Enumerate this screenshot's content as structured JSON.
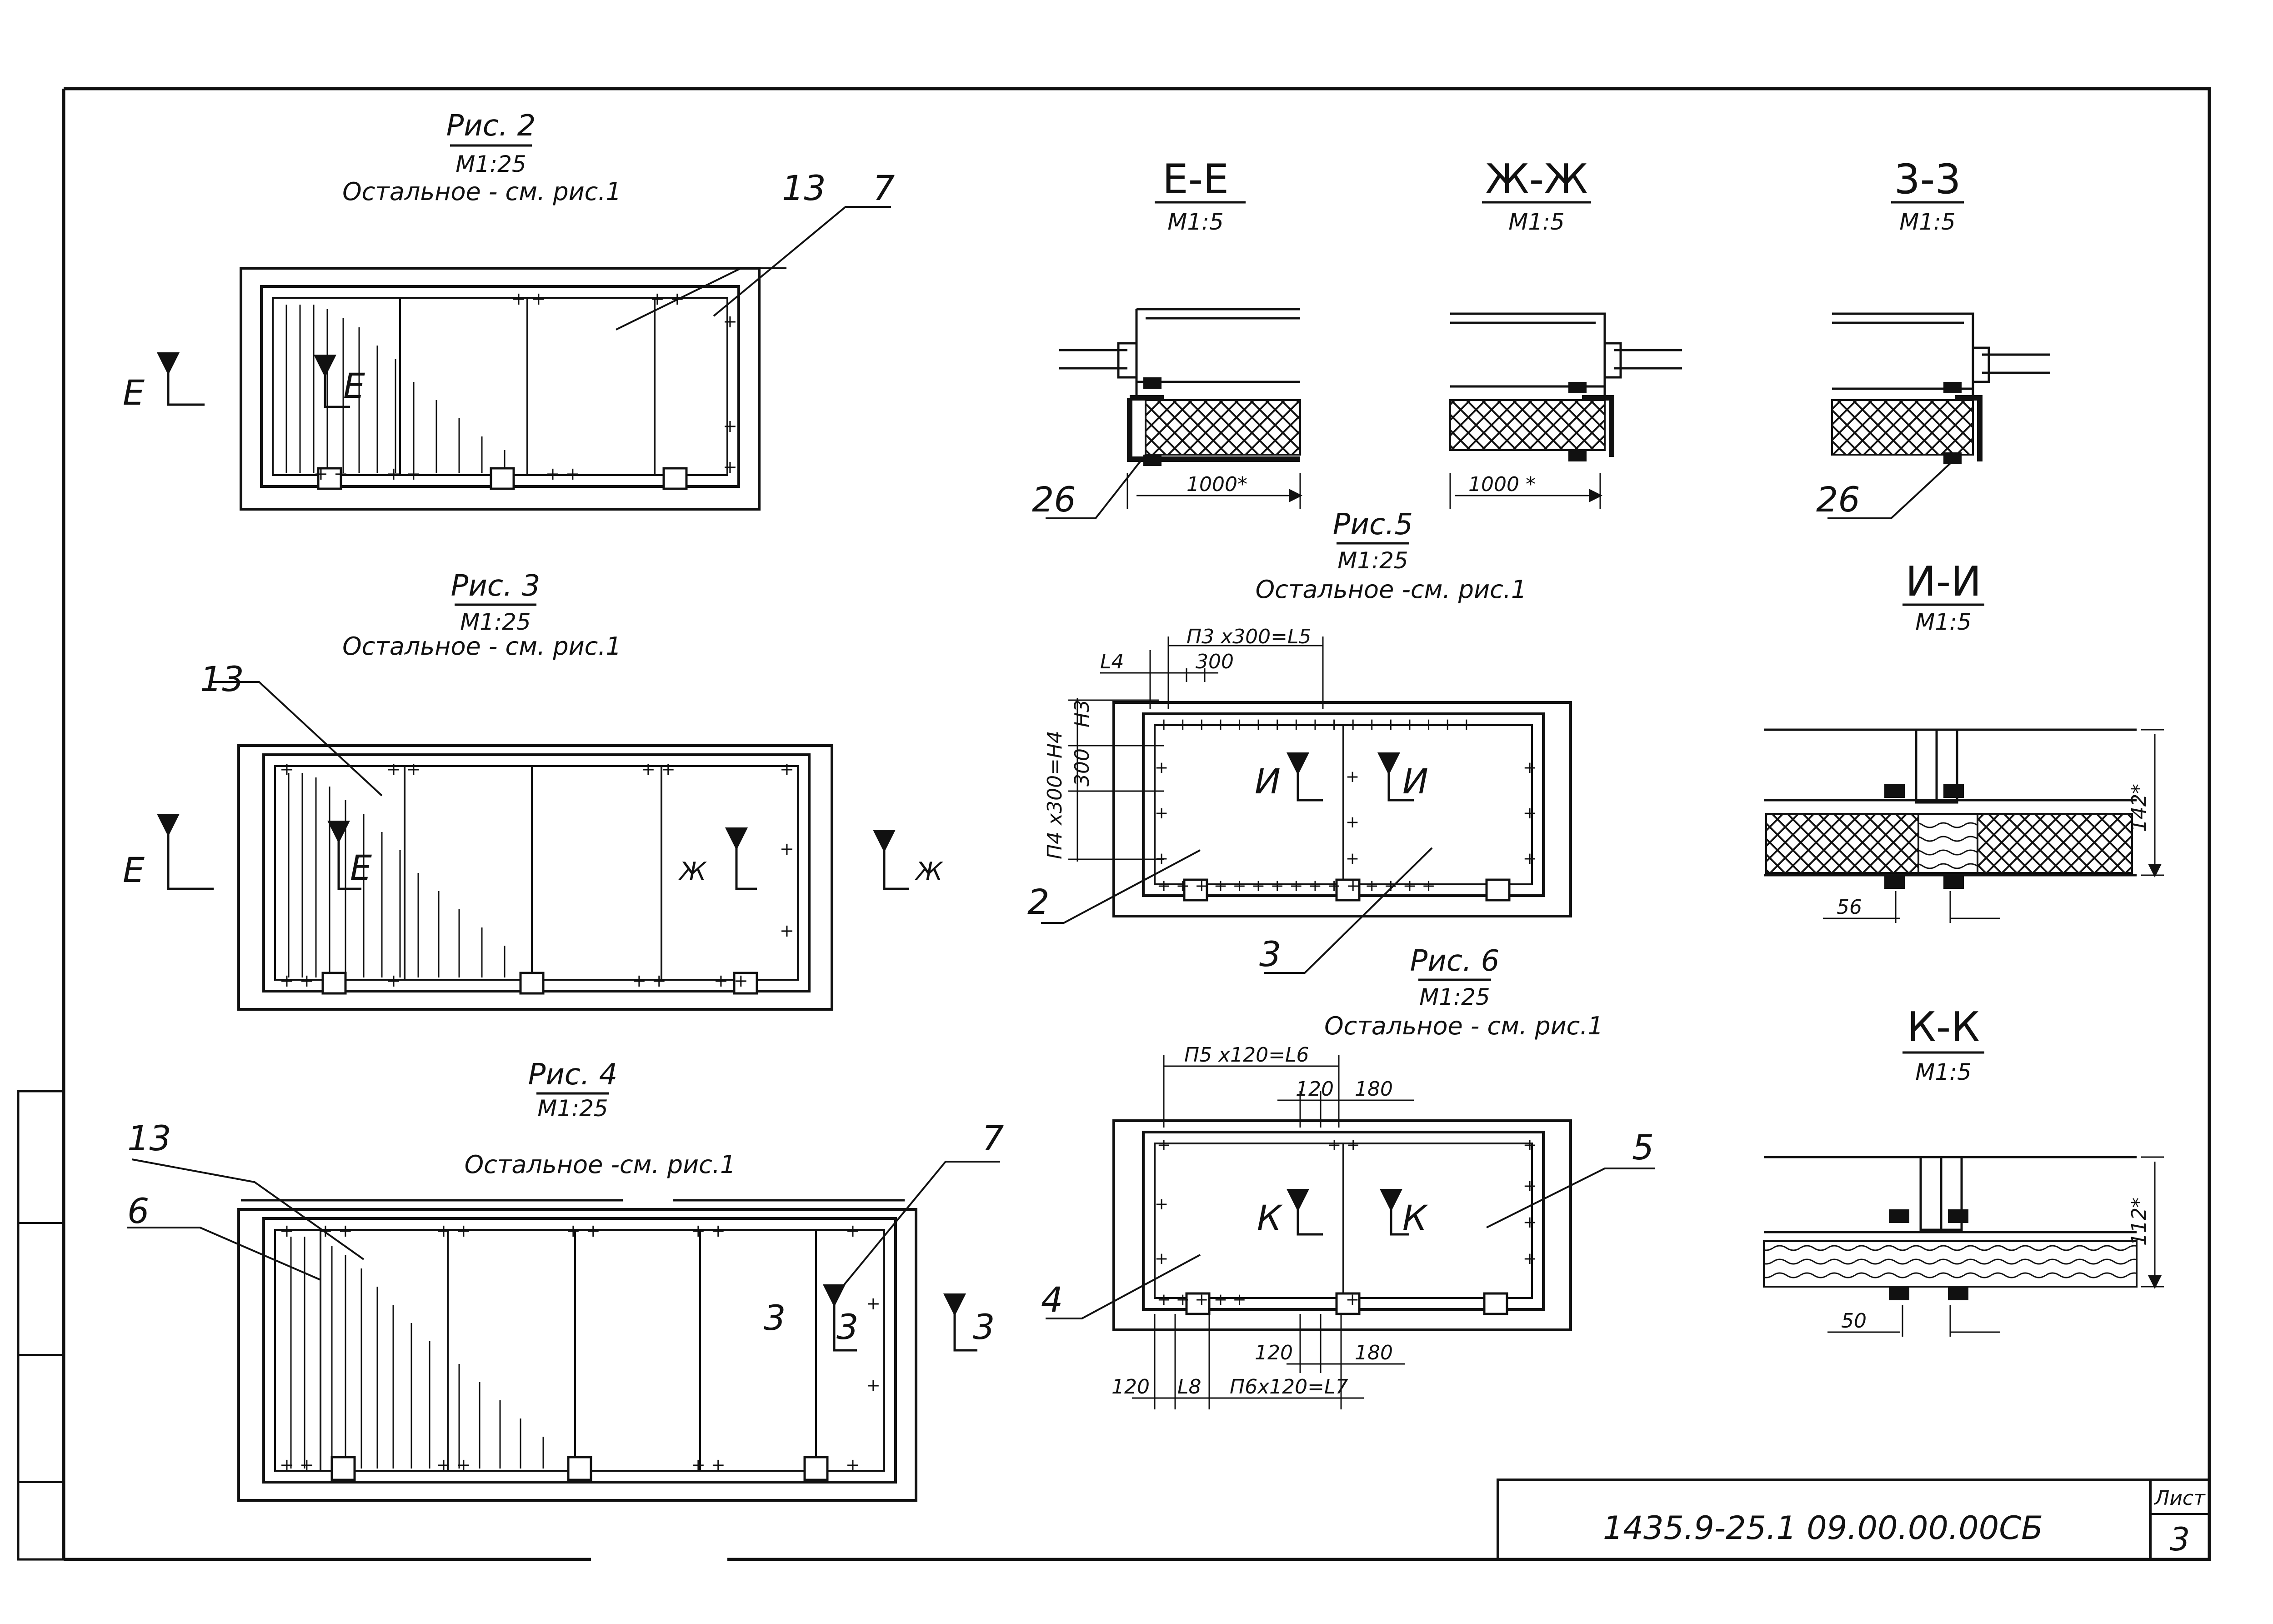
{
  "figures": {
    "fig2": {
      "title": "Рис. 2",
      "scale": "М1:25",
      "note": "Остальное - см. рис.1",
      "callouts": [
        "13",
        "7"
      ],
      "section_marks": [
        "Е",
        "Е"
      ]
    },
    "fig3": {
      "title": "Рис. 3",
      "scale": "М1:25",
      "note": "Остальное - см. рис.1",
      "callouts": [
        "13"
      ],
      "section_marks": [
        "Е",
        "Е",
        "Ж",
        "Ж"
      ]
    },
    "fig4": {
      "title": "Рис. 4",
      "scale": "М1:25",
      "note": "Остальное -см. рис.1",
      "callouts": [
        "13",
        "6",
        "7",
        "3"
      ],
      "section_marks": [
        "3",
        "3"
      ]
    },
    "fig5": {
      "title": "Рис.5",
      "scale": "М1:25",
      "note": "Остальное -см. рис.1",
      "callouts": [
        "2",
        "3"
      ],
      "section_marks": [
        "И",
        "И"
      ],
      "dims": [
        "L4",
        "П3 х300=L5",
        "300",
        "Н3",
        "300",
        "П4 х300=Н4"
      ]
    },
    "fig6": {
      "title": "Рис. 6",
      "scale": "М1:25",
      "note": "Остальное - см. рис.1",
      "callouts": [
        "4",
        "5"
      ],
      "section_marks": [
        "К",
        "К"
      ],
      "dims": [
        "П5 х120=L6",
        "120",
        "180",
        "120",
        "180",
        "120",
        "L8",
        "П6х120=L7"
      ]
    }
  },
  "sections": {
    "ee": {
      "title": "Е-Е",
      "scale": "М1:5",
      "dim": "1000*",
      "callout": "26"
    },
    "zhzh": {
      "title": "Ж-Ж",
      "scale": "М1:5",
      "dim": "1000 *"
    },
    "zz": {
      "title": "3-3",
      "scale": "М1:5",
      "callout": "26"
    },
    "ii": {
      "title": "И-И",
      "scale": "М1:5",
      "dims": [
        "142*",
        "56"
      ]
    },
    "kk": {
      "title": "К-К",
      "scale": "М1:5",
      "dims": [
        "112*",
        "50"
      ]
    }
  },
  "title_block": {
    "doc_number": "1435.9-25.1 09.00.00.00СБ",
    "sheet_label": "Лист",
    "sheet_number": "3"
  }
}
